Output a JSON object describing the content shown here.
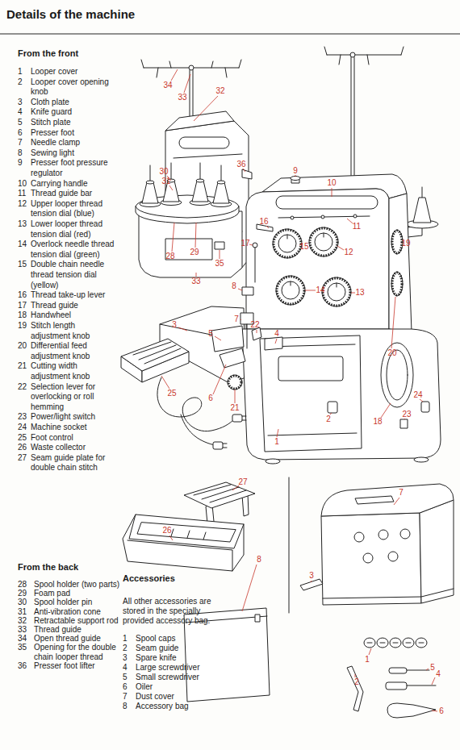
{
  "diagram": {
    "title": "Details of the machine",
    "labels": [
      "From the front",
      "1",
      "Looper cover",
      "2",
      "Looper cover opening knob",
      "3",
      "Cloth plate",
      "4",
      "Knife guard",
      "5",
      "Stitch plate",
      "6",
      "Presser foot",
      "7",
      "Needle clamp",
      "8",
      "Sewing light",
      "9",
      "Presser foot pressure regulator",
      "10",
      "Carrying handle",
      "11",
      "Thread guide bar",
      "12",
      "Upper looper thread tension dial (blue)",
      "13",
      "Lower looper thread tension dial (red)",
      "14",
      "Overlock needle thread tension dial (green)",
      "15",
      "Double chain needle thread tension dial (yellow)",
      "16",
      "Thread take-up lever",
      "17",
      "Thread guide",
      "18",
      "Handwheel",
      "19",
      "Stitch length adjustment knob",
      "20",
      "Differential feed adjustment knob",
      "21",
      "Cutting width adjustment knob",
      "22",
      "Selection lever for overlocking or roll hemming",
      "23",
      "Power/light switch",
      "24",
      "Machine socket",
      "25",
      "Foot control",
      "26",
      "Waste collector",
      "27",
      "Seam guide plate for double chain stitch",
      "From the back",
      "28",
      "Spool holder (two parts)",
      "29",
      "Foam pad",
      "30",
      "Spool holder pin",
      "31",
      "Anti-vibration cone",
      "32",
      "Retractable support rod",
      "33",
      "Thread guide",
      "34",
      "Open thread guide",
      "35",
      "Opening for the double chain looper thread",
      "36",
      "Presser foot lifter",
      "Accessories",
      "All other accessories are stored in the specially provided accessory bag.",
      "1",
      "Spool caps",
      "2",
      "Seam guide",
      "3",
      "Spare knife",
      "4",
      "Large screwdriver",
      "5",
      "Small screwdriver",
      "6",
      "Oiler",
      "7",
      "Dust cover",
      "8",
      "Accessory bag",
      "34",
      "33",
      "32",
      "30",
      "31",
      "36",
      "28",
      "29",
      "35",
      "33",
      "9",
      "10",
      "16",
      "17",
      "15",
      "11",
      "12",
      "19",
      "8",
      "14",
      "13",
      "7",
      "22",
      "4",
      "5",
      "3",
      "20",
      "25",
      "6",
      "21",
      "24",
      "2",
      "23",
      "18",
      "1",
      "27",
      "26",
      "7",
      "8",
      "3",
      "1",
      "2",
      "5",
      "4",
      "6"
    ]
  }
}
